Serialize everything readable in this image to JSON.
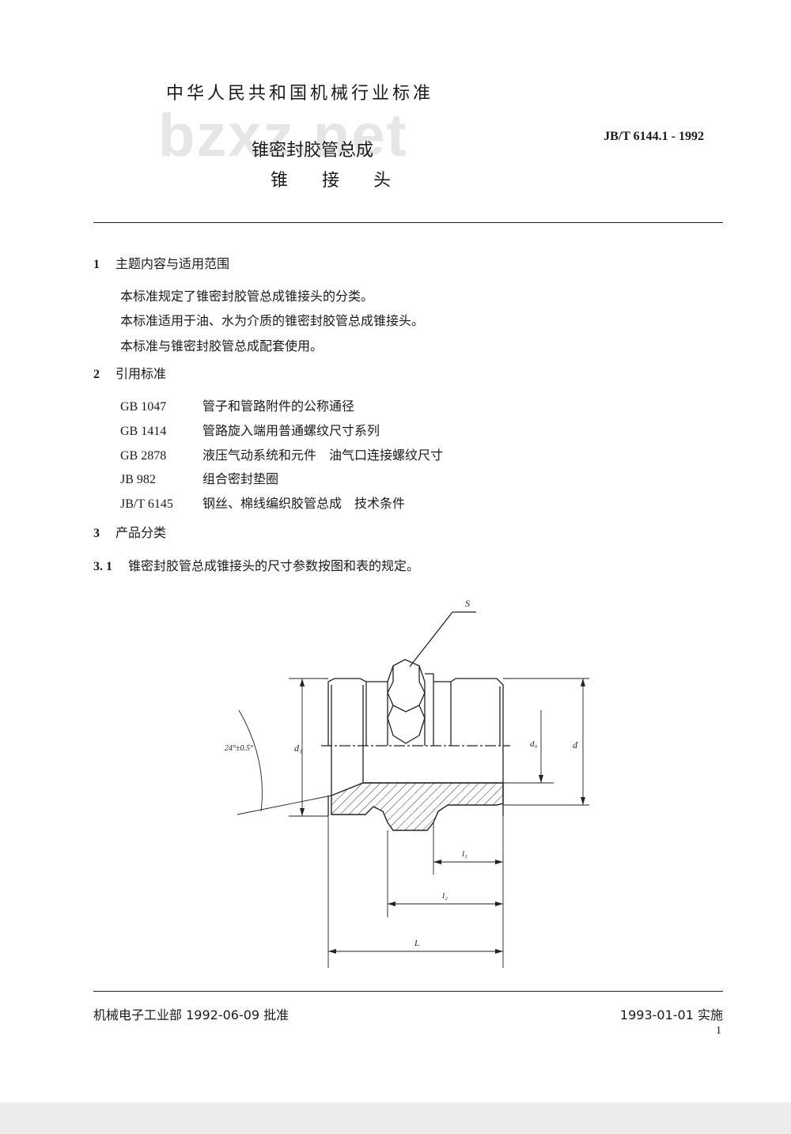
{
  "header": {
    "standard_category": "中华人民共和国机械行业标准",
    "watermark": "bzxz.net",
    "document_number": "JB/T 6144.1 - 1992",
    "title_line1": "锥密封胶管总成",
    "title_line2": "锥 接 头"
  },
  "sections": {
    "s1": {
      "number": "1",
      "title": "主题内容与适用范围",
      "paragraphs": [
        "本标准规定了锥密封胶管总成锥接头的分类。",
        "本标准适用于油、水为介质的锥密封胶管总成锥接头。",
        "本标准与锥密封胶管总成配套使用。"
      ]
    },
    "s2": {
      "number": "2",
      "title": "引用标准",
      "references": [
        {
          "code": "GB 1047",
          "title": "管子和管路附件的公称通径"
        },
        {
          "code": "GB 1414",
          "title": "管路旋入端用普通螺纹尺寸系列"
        },
        {
          "code": "GB 2878",
          "title": "液压气动系统和元件　油气口连接螺纹尺寸"
        },
        {
          "code": "JB 982",
          "title": "组合密封垫圈"
        },
        {
          "code": "JB/T 6145",
          "title": "钢丝、棉线编织胶管总成　技术条件"
        }
      ]
    },
    "s3": {
      "number": "3",
      "title": "产品分类",
      "sub_number": "3. 1",
      "sub_text": "锥密封胶管总成锥接头的尺寸参数按图和表的规定。"
    }
  },
  "drawing": {
    "labels": {
      "s": "S",
      "angle": "24°±0.5°",
      "d1": "d₁",
      "d0": "d₀",
      "d": "d",
      "l1": "l₁",
      "l2": "l₂",
      "L": "L"
    }
  },
  "footer": {
    "approved_by": "机械电子工业部 1992-06-09 批准",
    "effective": "1993-01-01 实施",
    "page_number": "1"
  }
}
